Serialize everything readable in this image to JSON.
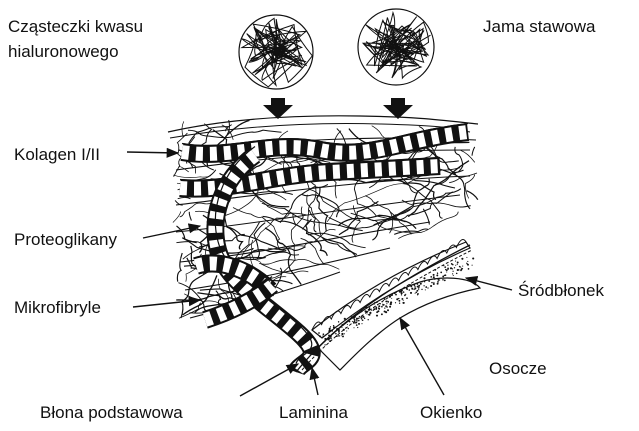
{
  "labels": {
    "hyaluronic": [
      "Cząsteczki kwasu",
      "hialuronowego"
    ],
    "joint_cavity": "Jama stawowa",
    "collagen": "Kolagen I/II",
    "proteoglycans": "Proteoglikany",
    "microfibrils": "Mikrofibryle",
    "basement_membrane": "Błona podstawowa",
    "laminin": "Laminina",
    "fenestra": "Okienko",
    "endothelium": "Śródbłonek",
    "plasma": "Osocze"
  },
  "colors": {
    "ink": "#111111",
    "background": "#ffffff"
  }
}
